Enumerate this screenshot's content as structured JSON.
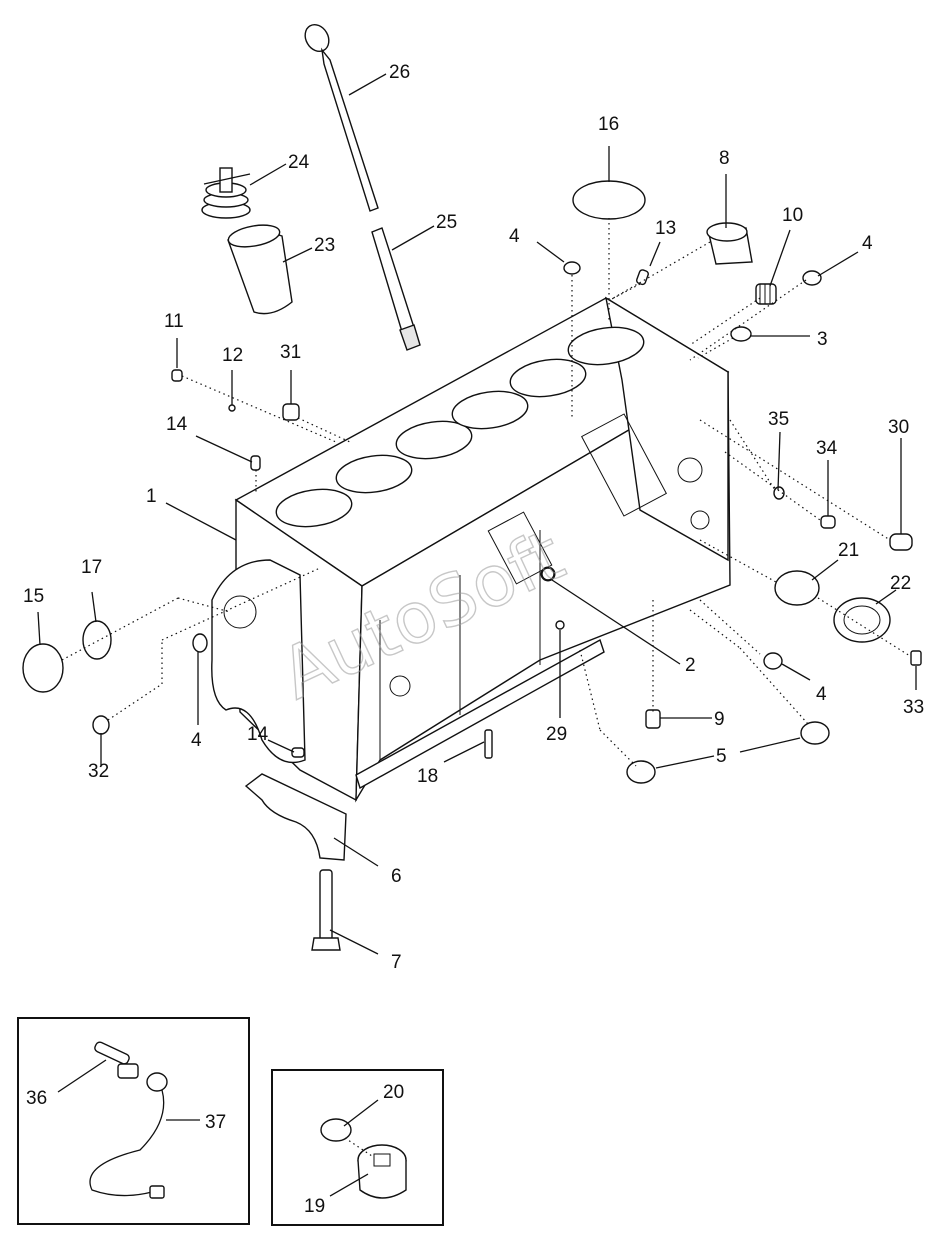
{
  "watermark": "AutoSoft",
  "labels": {
    "l1": "1",
    "l2": "2",
    "l3": "3",
    "l4a": "4",
    "l4b": "4",
    "l4c": "4",
    "l4d": "4",
    "l5": "5",
    "l6": "6",
    "l7": "7",
    "l8": "8",
    "l9": "9",
    "l10": "10",
    "l11": "11",
    "l12": "12",
    "l13": "13",
    "l14a": "14",
    "l14b": "14",
    "l15": "15",
    "l16": "16",
    "l17": "17",
    "l18": "18",
    "l19": "19",
    "l20": "20",
    "l21": "21",
    "l22": "22",
    "l23": "23",
    "l24": "24",
    "l25": "25",
    "l26": "26",
    "l29": "29",
    "l30": "30",
    "l31": "31",
    "l32": "32",
    "l33": "33",
    "l34": "34",
    "l35": "35",
    "l36": "36",
    "l37": "37"
  }
}
